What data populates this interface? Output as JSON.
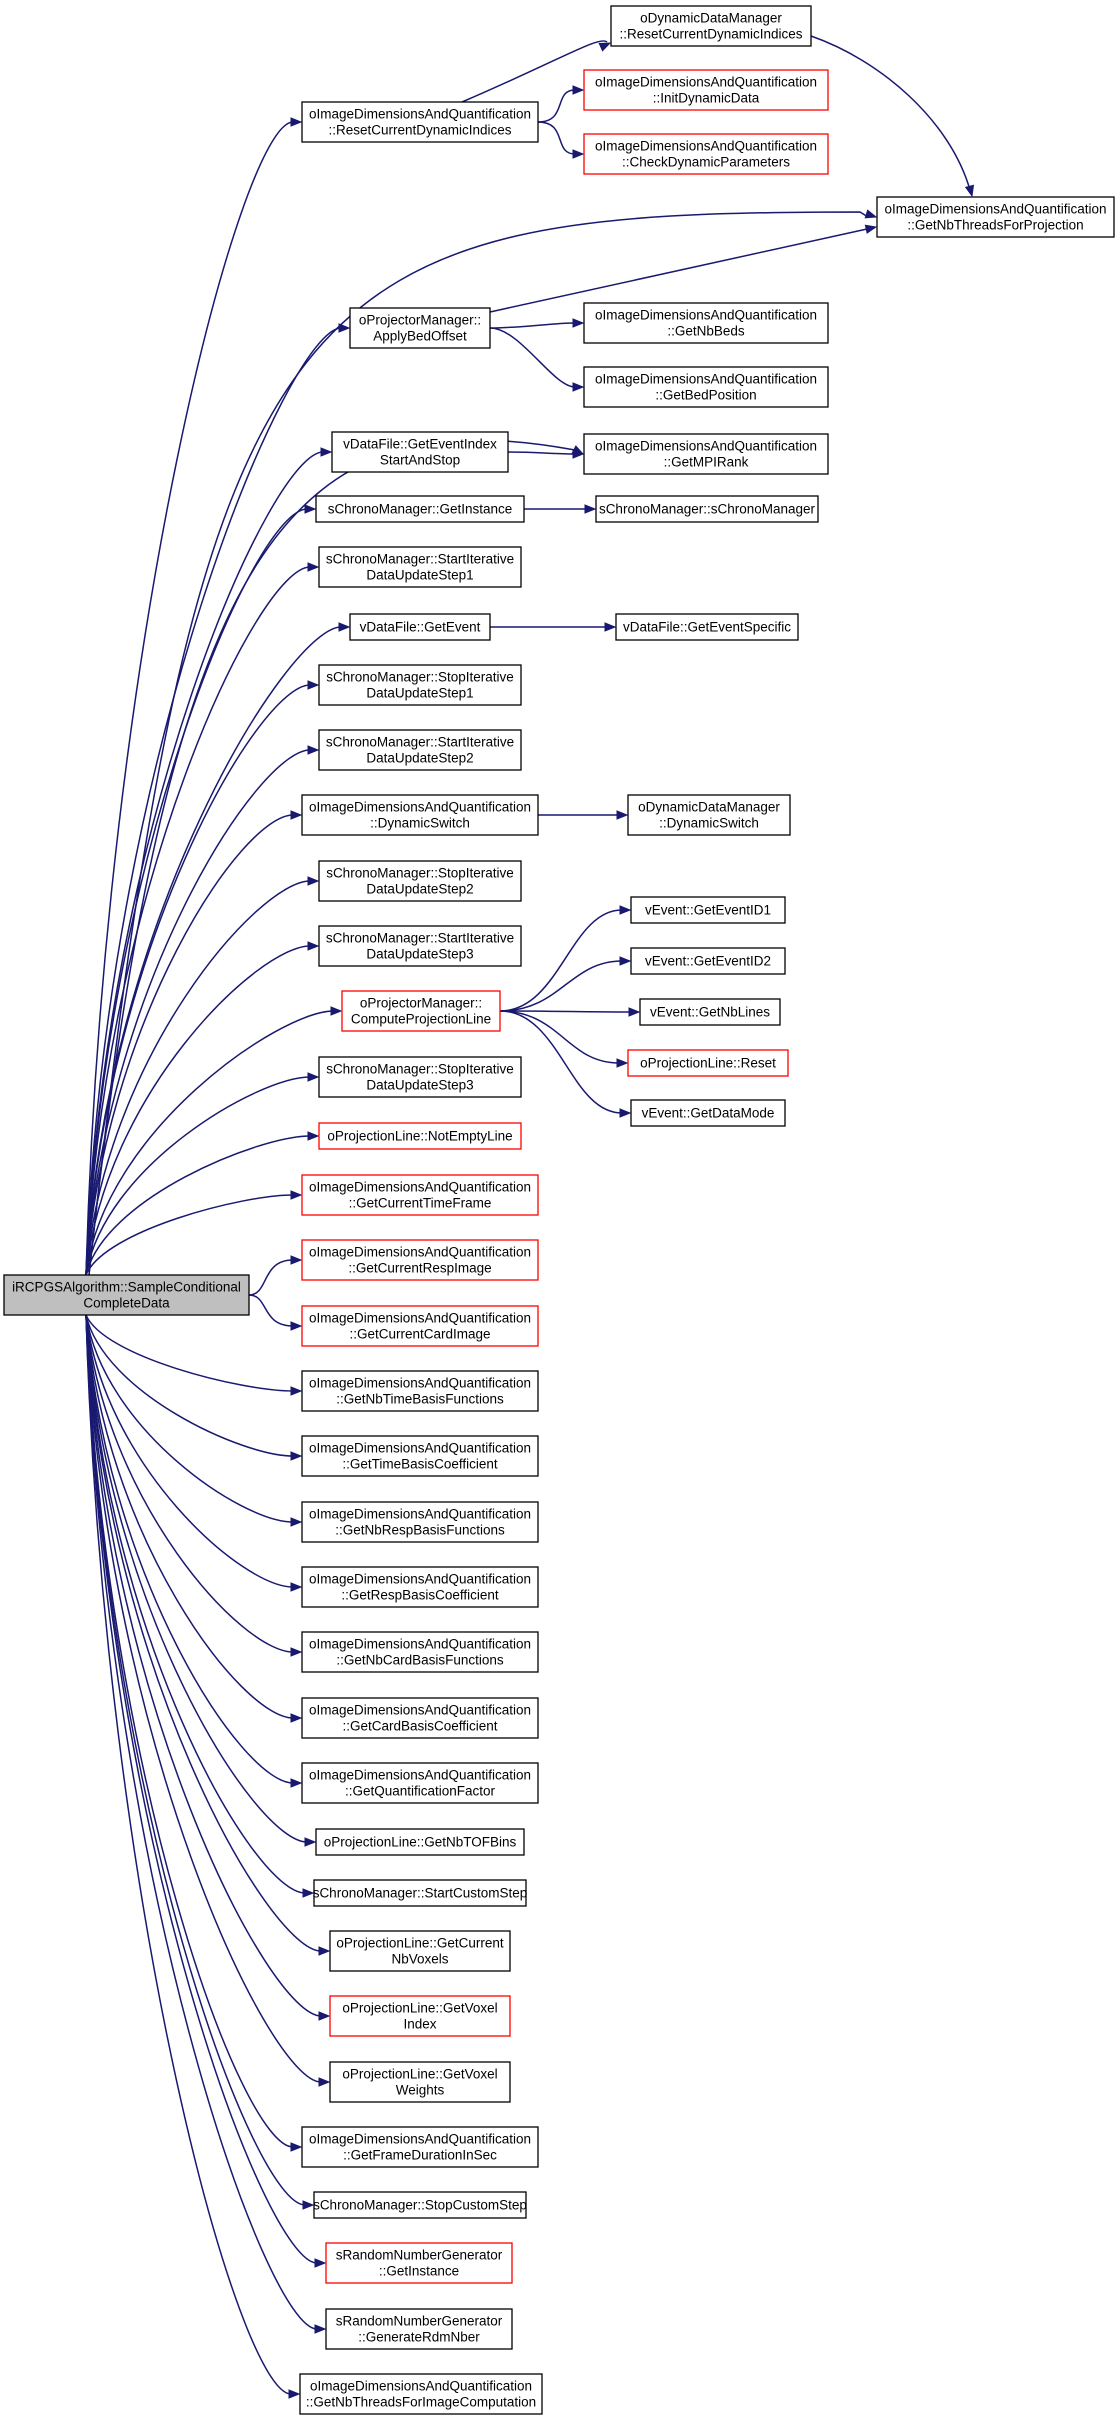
{
  "colors": {
    "edge": "#191970",
    "node_border": "#000000",
    "truncated_border": "#ff0000",
    "root_fill": "#bfbfbf",
    "node_fill": "#ffffff"
  },
  "nodes": [
    {
      "id": "root",
      "lines": [
        "iRCPGSAlgorithm::SampleConditional",
        "CompleteData"
      ],
      "style": "root"
    },
    {
      "id": "n1",
      "lines": [
        "oImageDimensionsAndQuantification",
        "::ResetCurrentDynamicIndices"
      ],
      "style": "normal"
    },
    {
      "id": "n2",
      "lines": [
        "oDynamicDataManager",
        "::ResetCurrentDynamicIndices"
      ],
      "style": "normal"
    },
    {
      "id": "n3",
      "lines": [
        "oImageDimensionsAndQuantification",
        "::InitDynamicData"
      ],
      "style": "trunc"
    },
    {
      "id": "n4",
      "lines": [
        "oImageDimensionsAndQuantification",
        "::CheckDynamicParameters"
      ],
      "style": "trunc"
    },
    {
      "id": "n5",
      "lines": [
        "oImageDimensionsAndQuantification",
        "::GetNbThreadsForProjection"
      ],
      "style": "normal"
    },
    {
      "id": "n6",
      "lines": [
        "oProjectorManager::",
        "ApplyBedOffset"
      ],
      "style": "normal"
    },
    {
      "id": "n7",
      "lines": [
        "oImageDimensionsAndQuantification",
        "::GetNbBeds"
      ],
      "style": "normal"
    },
    {
      "id": "n8",
      "lines": [
        "oImageDimensionsAndQuantification",
        "::GetBedPosition"
      ],
      "style": "normal"
    },
    {
      "id": "n9",
      "lines": [
        "vDataFile::GetEventIndex",
        "StartAndStop"
      ],
      "style": "normal"
    },
    {
      "id": "n10",
      "lines": [
        "oImageDimensionsAndQuantification",
        "::GetMPIRank"
      ],
      "style": "normal"
    },
    {
      "id": "n11",
      "lines": [
        "sChronoManager::GetInstance"
      ],
      "style": "normal"
    },
    {
      "id": "n12",
      "lines": [
        "sChronoManager::sChronoManager"
      ],
      "style": "normal"
    },
    {
      "id": "n13",
      "lines": [
        "sChronoManager::StartIterative",
        "DataUpdateStep1"
      ],
      "style": "normal"
    },
    {
      "id": "n14",
      "lines": [
        "vDataFile::GetEvent"
      ],
      "style": "normal"
    },
    {
      "id": "n15",
      "lines": [
        "vDataFile::GetEventSpecific"
      ],
      "style": "normal"
    },
    {
      "id": "n16",
      "lines": [
        "sChronoManager::StopIterative",
        "DataUpdateStep1"
      ],
      "style": "normal"
    },
    {
      "id": "n17",
      "lines": [
        "sChronoManager::StartIterative",
        "DataUpdateStep2"
      ],
      "style": "normal"
    },
    {
      "id": "n18",
      "lines": [
        "oImageDimensionsAndQuantification",
        "::DynamicSwitch"
      ],
      "style": "normal"
    },
    {
      "id": "n19",
      "lines": [
        "oDynamicDataManager",
        "::DynamicSwitch"
      ],
      "style": "normal"
    },
    {
      "id": "n20",
      "lines": [
        "sChronoManager::StopIterative",
        "DataUpdateStep2"
      ],
      "style": "normal"
    },
    {
      "id": "n21",
      "lines": [
        "sChronoManager::StartIterative",
        "DataUpdateStep3"
      ],
      "style": "normal"
    },
    {
      "id": "n22",
      "lines": [
        "oProjectorManager::",
        "ComputeProjectionLine"
      ],
      "style": "trunc"
    },
    {
      "id": "n23",
      "lines": [
        "vEvent::GetEventID1"
      ],
      "style": "normal"
    },
    {
      "id": "n24",
      "lines": [
        "vEvent::GetEventID2"
      ],
      "style": "normal"
    },
    {
      "id": "n25",
      "lines": [
        "vEvent::GetNbLines"
      ],
      "style": "normal"
    },
    {
      "id": "n26",
      "lines": [
        "oProjectionLine::Reset"
      ],
      "style": "trunc"
    },
    {
      "id": "n27",
      "lines": [
        "vEvent::GetDataMode"
      ],
      "style": "normal"
    },
    {
      "id": "n28",
      "lines": [
        "sChronoManager::StopIterative",
        "DataUpdateStep3"
      ],
      "style": "normal"
    },
    {
      "id": "n29",
      "lines": [
        "oProjectionLine::NotEmptyLine"
      ],
      "style": "trunc"
    },
    {
      "id": "n30",
      "lines": [
        "oImageDimensionsAndQuantification",
        "::GetCurrentTimeFrame"
      ],
      "style": "trunc"
    },
    {
      "id": "n31",
      "lines": [
        "oImageDimensionsAndQuantification",
        "::GetCurrentRespImage"
      ],
      "style": "trunc"
    },
    {
      "id": "n32",
      "lines": [
        "oImageDimensionsAndQuantification",
        "::GetCurrentCardImage"
      ],
      "style": "trunc"
    },
    {
      "id": "n33",
      "lines": [
        "oImageDimensionsAndQuantification",
        "::GetNbTimeBasisFunctions"
      ],
      "style": "normal"
    },
    {
      "id": "n34",
      "lines": [
        "oImageDimensionsAndQuantification",
        "::GetTimeBasisCoefficient"
      ],
      "style": "normal"
    },
    {
      "id": "n35",
      "lines": [
        "oImageDimensionsAndQuantification",
        "::GetNbRespBasisFunctions"
      ],
      "style": "normal"
    },
    {
      "id": "n36",
      "lines": [
        "oImageDimensionsAndQuantification",
        "::GetRespBasisCoefficient"
      ],
      "style": "normal"
    },
    {
      "id": "n37",
      "lines": [
        "oImageDimensionsAndQuantification",
        "::GetNbCardBasisFunctions"
      ],
      "style": "normal"
    },
    {
      "id": "n38",
      "lines": [
        "oImageDimensionsAndQuantification",
        "::GetCardBasisCoefficient"
      ],
      "style": "normal"
    },
    {
      "id": "n39",
      "lines": [
        "oImageDimensionsAndQuantification",
        "::GetQuantificationFactor"
      ],
      "style": "normal"
    },
    {
      "id": "n40",
      "lines": [
        "oProjectionLine::GetNbTOFBins"
      ],
      "style": "normal"
    },
    {
      "id": "n41",
      "lines": [
        "sChronoManager::StartCustomStep"
      ],
      "style": "normal"
    },
    {
      "id": "n42",
      "lines": [
        "oProjectionLine::GetCurrent",
        "NbVoxels"
      ],
      "style": "normal"
    },
    {
      "id": "n43",
      "lines": [
        "oProjectionLine::GetVoxel",
        "Index"
      ],
      "style": "trunc"
    },
    {
      "id": "n44",
      "lines": [
        "oProjectionLine::GetVoxel",
        "Weights"
      ],
      "style": "normal"
    },
    {
      "id": "n45",
      "lines": [
        "oImageDimensionsAndQuantification",
        "::GetFrameDurationInSec"
      ],
      "style": "normal"
    },
    {
      "id": "n46",
      "lines": [
        "sChronoManager::StopCustomStep"
      ],
      "style": "normal"
    },
    {
      "id": "n47",
      "lines": [
        "sRandomNumberGenerator",
        "::GetInstance"
      ],
      "style": "trunc"
    },
    {
      "id": "n48",
      "lines": [
        "sRandomNumberGenerator",
        "::GenerateRdmNber"
      ],
      "style": "normal"
    },
    {
      "id": "n49",
      "lines": [
        "oImageDimensionsAndQuantification",
        "::GetNbThreadsForImageComputation"
      ],
      "style": "normal"
    }
  ],
  "edges": [
    [
      "root",
      "n1"
    ],
    [
      "root",
      "n5"
    ],
    [
      "root",
      "n6"
    ],
    [
      "root",
      "n9"
    ],
    [
      "root",
      "n10"
    ],
    [
      "root",
      "n11"
    ],
    [
      "root",
      "n13"
    ],
    [
      "root",
      "n14"
    ],
    [
      "root",
      "n16"
    ],
    [
      "root",
      "n17"
    ],
    [
      "root",
      "n18"
    ],
    [
      "root",
      "n20"
    ],
    [
      "root",
      "n21"
    ],
    [
      "root",
      "n22"
    ],
    [
      "root",
      "n28"
    ],
    [
      "root",
      "n29"
    ],
    [
      "root",
      "n30"
    ],
    [
      "root",
      "n31"
    ],
    [
      "root",
      "n32"
    ],
    [
      "root",
      "n33"
    ],
    [
      "root",
      "n34"
    ],
    [
      "root",
      "n35"
    ],
    [
      "root",
      "n36"
    ],
    [
      "root",
      "n37"
    ],
    [
      "root",
      "n38"
    ],
    [
      "root",
      "n39"
    ],
    [
      "root",
      "n40"
    ],
    [
      "root",
      "n41"
    ],
    [
      "root",
      "n42"
    ],
    [
      "root",
      "n43"
    ],
    [
      "root",
      "n44"
    ],
    [
      "root",
      "n45"
    ],
    [
      "root",
      "n46"
    ],
    [
      "root",
      "n47"
    ],
    [
      "root",
      "n48"
    ],
    [
      "root",
      "n49"
    ],
    [
      "n1",
      "n2"
    ],
    [
      "n1",
      "n3"
    ],
    [
      "n1",
      "n4"
    ],
    [
      "n2",
      "n5"
    ],
    [
      "n6",
      "n5"
    ],
    [
      "n6",
      "n7"
    ],
    [
      "n6",
      "n8"
    ],
    [
      "n9",
      "n10"
    ],
    [
      "n11",
      "n12"
    ],
    [
      "n14",
      "n15"
    ],
    [
      "n18",
      "n19"
    ],
    [
      "n22",
      "n23"
    ],
    [
      "n22",
      "n24"
    ],
    [
      "n22",
      "n25"
    ],
    [
      "n22",
      "n26"
    ],
    [
      "n22",
      "n27"
    ]
  ]
}
